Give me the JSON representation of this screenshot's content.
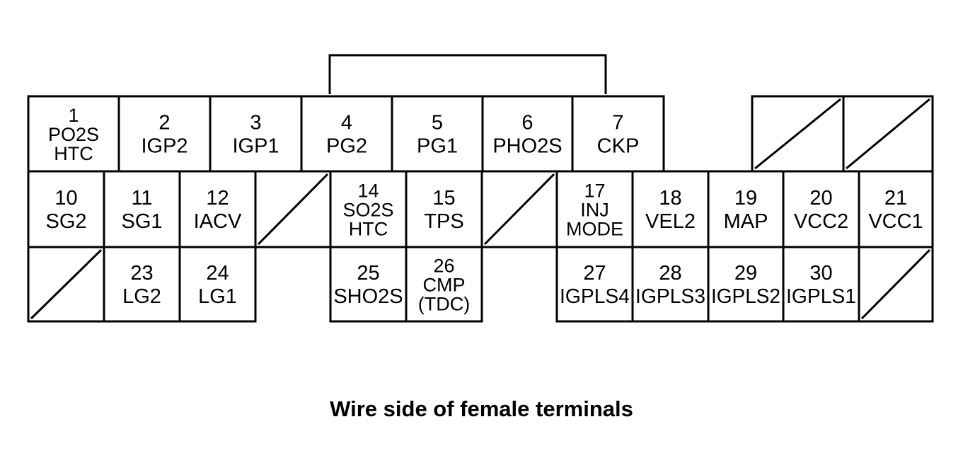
{
  "connector": {
    "terminals": [
      {
        "number": "1",
        "labels": [
          "PO2S",
          "HTC"
        ]
      },
      {
        "number": "2",
        "labels": [
          "IGP2"
        ]
      },
      {
        "number": "3",
        "labels": [
          "IGP1"
        ]
      },
      {
        "number": "4",
        "labels": [
          "PG2"
        ]
      },
      {
        "number": "5",
        "labels": [
          "PG1"
        ]
      },
      {
        "number": "6",
        "labels": [
          "PHO2S"
        ]
      },
      {
        "number": "7",
        "labels": [
          "CKP"
        ]
      },
      {
        "number": "10",
        "labels": [
          "SG2"
        ]
      },
      {
        "number": "11",
        "labels": [
          "SG1"
        ]
      },
      {
        "number": "12",
        "labels": [
          "IACV"
        ]
      },
      {
        "number": "14",
        "labels": [
          "SO2S",
          "HTC"
        ]
      },
      {
        "number": "15",
        "labels": [
          "TPS"
        ]
      },
      {
        "number": "17",
        "labels": [
          "INJ",
          "MODE"
        ]
      },
      {
        "number": "18",
        "labels": [
          "VEL2"
        ]
      },
      {
        "number": "19",
        "labels": [
          "MAP"
        ]
      },
      {
        "number": "20",
        "labels": [
          "VCC2"
        ]
      },
      {
        "number": "21",
        "labels": [
          "VCC1"
        ]
      },
      {
        "number": "23",
        "labels": [
          "LG2"
        ]
      },
      {
        "number": "24",
        "labels": [
          "LG1"
        ]
      },
      {
        "number": "25",
        "labels": [
          "SHO2S"
        ]
      },
      {
        "number": "26",
        "labels": [
          "CMP",
          "(TDC)"
        ]
      },
      {
        "number": "27",
        "labels": [
          "IGPLS4"
        ]
      },
      {
        "number": "28",
        "labels": [
          "IGPLS3"
        ]
      },
      {
        "number": "29",
        "labels": [
          "IGPLS2"
        ]
      },
      {
        "number": "30",
        "labels": [
          "IGPLS1"
        ]
      }
    ]
  },
  "caption": "Wire side of female terminals"
}
